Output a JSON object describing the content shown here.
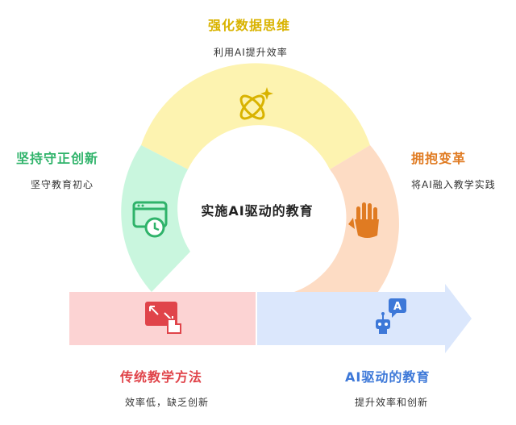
{
  "center": {
    "title": "实施AI驱动的教育"
  },
  "stages": {
    "top": {
      "title": "强化数据思维",
      "desc": "利用AI提升效率",
      "color": "#d9b300"
    },
    "left": {
      "title": "坚持守正创新",
      "desc": "坚守教育初心",
      "color": "#2fb36a"
    },
    "right": {
      "title": "拥抱变革",
      "desc": "将AI融入教学实践",
      "color": "#e07b22"
    },
    "bottom_left": {
      "title": "传统教学方法",
      "desc": "效率低，缺乏创新",
      "color": "#e0444a"
    },
    "bottom_right": {
      "title": "AI驱动的教育",
      "desc": "提升效率和创新",
      "color": "#3d78d8"
    }
  },
  "icons": {
    "top": "atom-sparkle-icon",
    "left": "browser-clock-icon",
    "right": "raised-hand-icon",
    "bottom_left": "resize-touch-icon",
    "bottom_right": "robot-chat-icon"
  }
}
